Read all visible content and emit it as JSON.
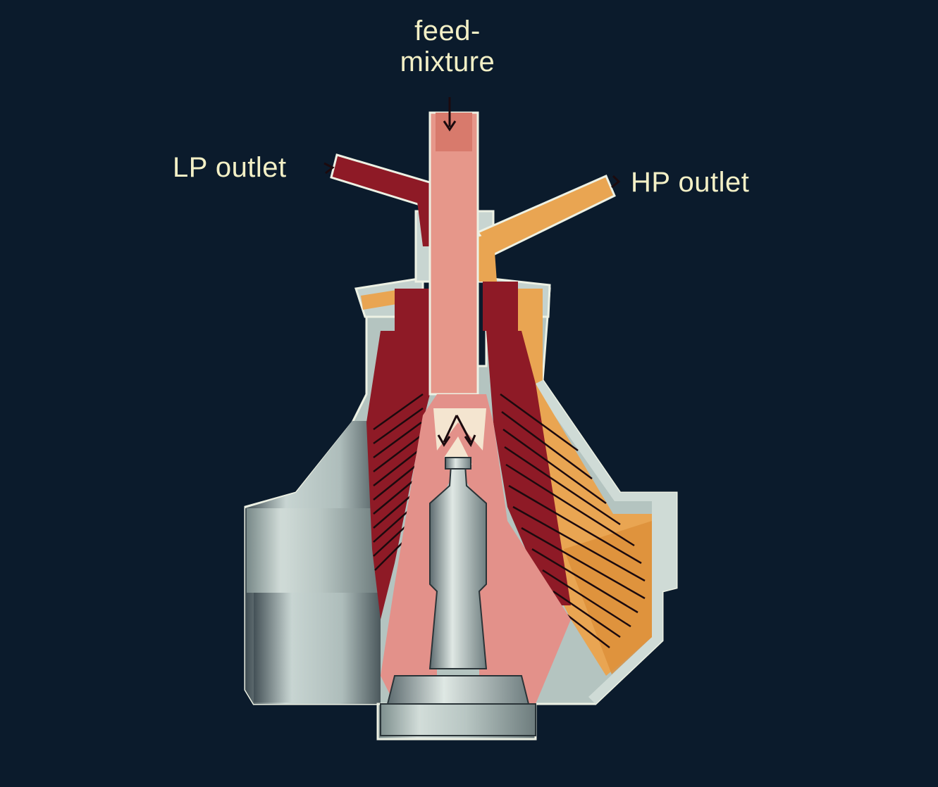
{
  "labels": {
    "feed_line1": "feed-",
    "feed_line2": "mixture",
    "lp_outlet": "LP outlet",
    "hp_outlet": "HP outlet"
  },
  "colors": {
    "background": "#0b1b2c",
    "label_text": "#f3f0c6",
    "housing_metal": "#b9c8c4",
    "feed_pink": "#e6978a",
    "lp_red": "#8e1a26",
    "hp_orange": "#e9a552"
  }
}
